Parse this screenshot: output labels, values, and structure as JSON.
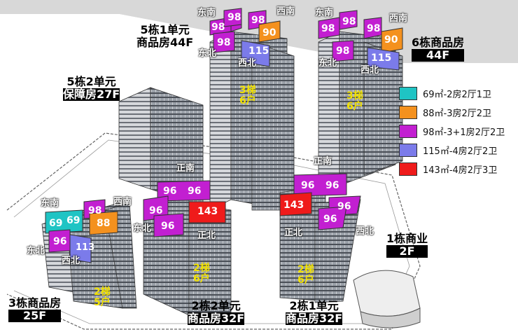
{
  "buildings": {
    "b5_1": {
      "line1": "5栋1单元",
      "line2": "商品房44F"
    },
    "b6": {
      "line1": "6栋商品房",
      "line2": "44F"
    },
    "b5_2": {
      "line1": "5栋2单元",
      "line2": "保障房27F"
    },
    "b3": {
      "line1": "3栋商品房",
      "line2": "25F"
    },
    "b2_2": {
      "line1": "2栋2单元",
      "line2": "商品房32F"
    },
    "b2_1": {
      "line1": "2栋1单元",
      "line2": "商品房32F"
    },
    "b1": {
      "line1": "1栋商业",
      "line2": "2F"
    }
  },
  "floor_notes": {
    "t5": "3梯\n6户",
    "t6": "3梯\n6户",
    "t2w": "2梯\n6户",
    "t2e": "2梯\n6户",
    "t3": "2梯\n5户"
  },
  "directions": {
    "dongnan": "东南",
    "xinan": "西南",
    "dongbei": "东北",
    "xibei": "西北",
    "zhengnan": "正南",
    "zhengbei": "正北"
  },
  "colors": {
    "c69": "#1fc4c4",
    "c88": "#f4911e",
    "c98": "#c21fd1",
    "c115": "#7b7bea",
    "c143": "#ef1b1b"
  },
  "legend": [
    {
      "text": "69㎡-2房2厅1卫",
      "color": "#1fc4c4"
    },
    {
      "text": "88㎡-3房2厅2卫",
      "color": "#f4911e"
    },
    {
      "text": "98㎡-3+1房2厅2卫",
      "color": "#c21fd1"
    },
    {
      "text": "115㎡-4房2厅2卫",
      "color": "#7b7bea"
    },
    {
      "text": "143㎡-4房2厅3卫",
      "color": "#ef1b1b"
    }
  ],
  "units": {
    "u98": "98",
    "u90": "90",
    "u115": "115",
    "u96": "96",
    "u143": "143",
    "u69": "69",
    "u88": "88",
    "u113": "113"
  }
}
